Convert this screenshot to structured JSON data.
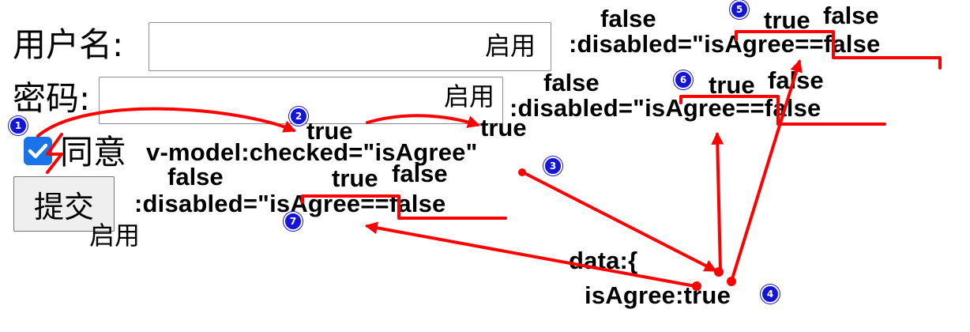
{
  "form": {
    "username_label": "用户名:",
    "password_label": "密码:",
    "agree_label": "同意",
    "agree_checked": true,
    "submit_label": "提交"
  },
  "hints": {
    "username_enabled": "启用",
    "password_enabled": "启用",
    "submit_enabled": "启用"
  },
  "code": {
    "vmodel": "v-model:checked=\"isAgree\"",
    "disabled_username": ":disabled=\"isAgree==false",
    "disabled_password": ":disabled=\"isAgree==false",
    "disabled_submit": ":disabled=\"isAgree==false",
    "data_open": "data:{",
    "data_value": "isAgree:true"
  },
  "values": {
    "true_2": "true",
    "true_arrow": "true",
    "u_false_a": "false",
    "u_true": "true",
    "u_false_b": "false",
    "p_false_a": "false",
    "p_true": "true",
    "p_false_b": "false",
    "s_false_a": "false",
    "s_true": "true",
    "s_false_b": "false"
  },
  "badges": [
    "1",
    "2",
    "3",
    "4",
    "5",
    "6",
    "7"
  ],
  "colors": {
    "annotation": "#ff0000",
    "badge": "#1515d8",
    "checkbox": "#1a73e8"
  }
}
